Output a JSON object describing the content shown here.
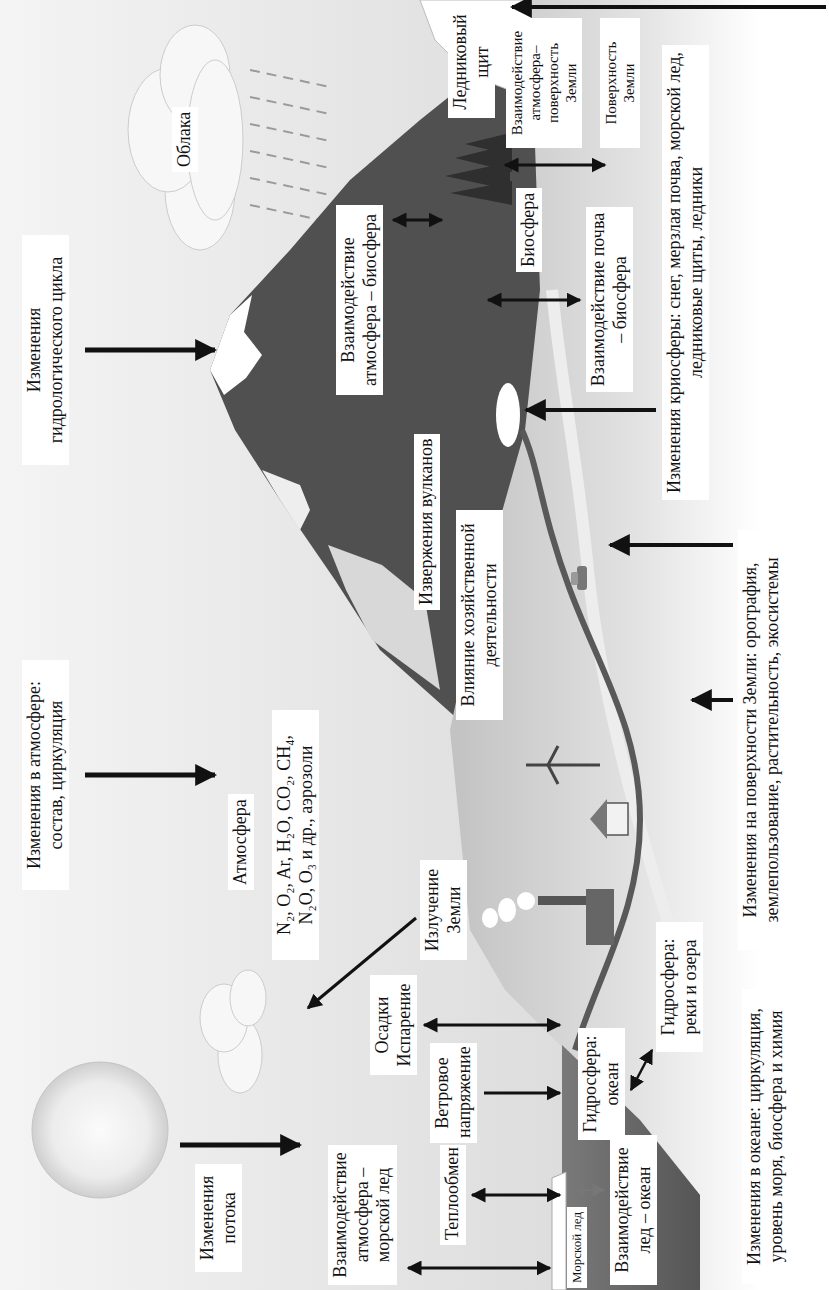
{
  "diagram": {
    "labels": [
      "Изменения потока",
      "Изменения в атмосфере: состав, циркуляция",
      "Изменения гидрологического цикла",
      "Облака",
      "Атмосфера",
      "N₂, O₂, Ar, H₂O, CO₂, CH₄, N₂O, O₃ и др., аэрозоли",
      "Извержения вулканов",
      "Влияние хозяйственной деятельности",
      "Излучение Земли",
      "Взаимодействие атмосфера – биосфера",
      "Ледниковый щит",
      "Взаимодействие атмосфера–поверхность Земли",
      "Биосфера",
      "Поверхность Земли",
      "Взаимодействие почва – биосфера",
      "Осадки Испарение",
      "Ветровое напряжение",
      "Теплообмен",
      "Взаимодействие атмосфера – морской лед",
      "Морской лед",
      "Гидросфера: океан",
      "Взаимодействие лед – океан",
      "Гидросфера: реки и озера",
      "Изменения в океане: циркуляция, уровень моря, биосфера и химия",
      "Изменения на поверхности Земли: орография, землепользование, растительность, экосистемы",
      "Изменения криосферы: снег, мерзлая почва, морской лед, ледниковые щиты, ледники"
    ]
  }
}
